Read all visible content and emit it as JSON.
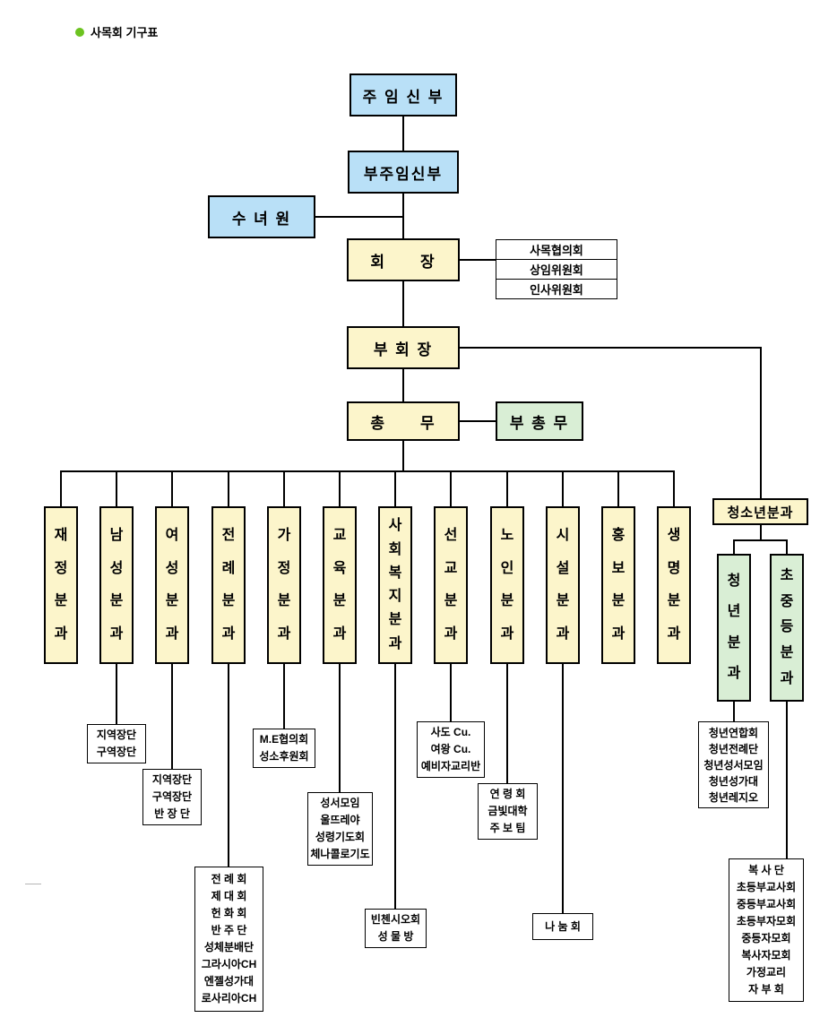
{
  "title": {
    "text": "사목회 기구표"
  },
  "colors": {
    "blue": "#b9e0f7",
    "yellow": "#fcf5cb",
    "green": "#d9eed5",
    "accent_green": "#6cc320",
    "line": "#000000"
  },
  "nodes": {
    "chief_priest": "주 임 신 부",
    "assistant_chief_priest": "부주임신부",
    "convent": "수 녀 원",
    "president": "회　　장",
    "committees": [
      "사목협의회",
      "상임위원회",
      "인사위원회"
    ],
    "vice_president": "부 회 장",
    "general_secretary": "총　　무",
    "assistant_general_secretary": "부 총 무",
    "youth_division": "청소년분과"
  },
  "departments": [
    "재정분과",
    "남성분과",
    "여성분과",
    "전례분과",
    "가정분과",
    "교육분과",
    "사회복지분과",
    "선교분과",
    "노인분과",
    "시설분과",
    "홍보분과",
    "생명분과"
  ],
  "youth_sub_divisions": [
    "청년분과",
    "초중등분과"
  ],
  "sub_groups": {
    "mens": [
      "지역장단",
      "구역장단"
    ],
    "womens": [
      "지역장단",
      "구역장단",
      "반 장 단"
    ],
    "liturgy": [
      "전 례 회",
      "제 대 회",
      "헌 화 회",
      "반 주 단",
      "성체분배단",
      "그라시아CH",
      "엔젤성가대",
      "로사리아CH"
    ],
    "family": [
      "M.E협의회",
      "성소후원회"
    ],
    "education": [
      "성서모임",
      "울뜨레야",
      "성령기도회",
      "체나콜로기도"
    ],
    "social_welfare": [
      "빈첸시오회",
      "성 물 방"
    ],
    "mission": [
      "사도 Cu.",
      "여왕 Cu.",
      "예비자교리반"
    ],
    "elderly": [
      "연 령 회",
      "금빛대학",
      "주 보 팀"
    ],
    "facilities": [
      "나 눔 회"
    ],
    "young_adult": [
      "청년연합회",
      "청년전례단",
      "청년성서모임",
      "청년성가대",
      "청년레지오"
    ],
    "elementary_middle": [
      "복 사 단",
      "초등부교사회",
      "중등부교사회",
      "초등부자모회",
      "중등자모회",
      "복사자모회",
      "가정교리",
      "자 부 회"
    ]
  }
}
